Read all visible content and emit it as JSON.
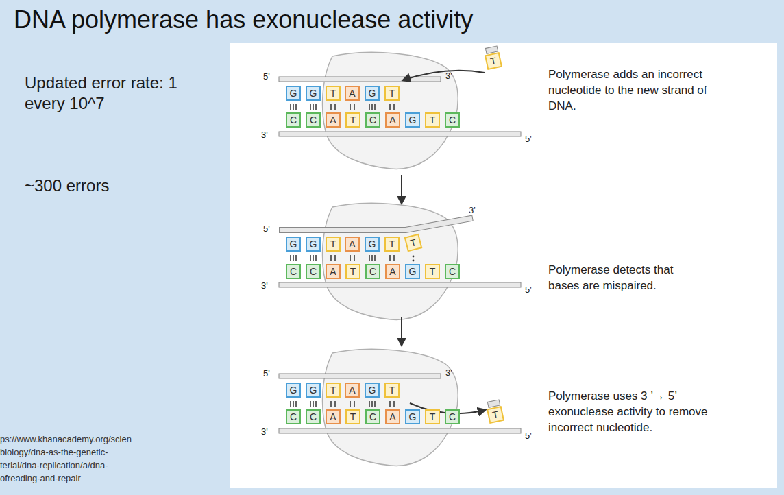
{
  "diagram": {
    "title": "DNA polymerase has exonuclease activity",
    "nodes": [
      {
        "text": [
          "G"
        ]
      },
      {
        "text": [
          "G"
        ]
      },
      {
        "text": [
          "T"
        ]
      },
      {
        "text": [
          "A"
        ]
      },
      {
        "text": [
          "G"
        ]
      },
      {
        "text": [
          "T"
        ]
      },
      {
        "text": [
          "T"
        ]
      },
      {
        "text": [
          "C"
        ]
      },
      {
        "text": [
          "C"
        ]
      },
      {
        "text": [
          "A"
        ]
      },
      {
        "text": [
          "T"
        ]
      },
      {
        "text": [
          "C"
        ]
      },
      {
        "text": [
          "A"
        ]
      },
      {
        "text": [
          "G"
        ]
      },
      {
        "text": [
          "T"
        ]
      },
      {
        "text": [
          "C"
        ]
      },
      {
        "text": [
          "G"
        ]
      },
      {
        "text": [
          "G"
        ]
      },
      {
        "text": [
          "T"
        ]
      },
      {
        "text": [
          "A"
        ]
      },
      {
        "text": [
          "G"
        ]
      },
      {
        "text": [
          "T"
        ]
      },
      {
        "text": [
          "T"
        ]
      },
      {
        "text": [
          "C"
        ]
      },
      {
        "text": [
          "C"
        ]
      },
      {
        "text": [
          "A"
        ]
      },
      {
        "text": [
          "T"
        ]
      },
      {
        "text": [
          "C"
        ]
      },
      {
        "text": [
          "A"
        ]
      },
      {
        "text": [
          "G"
        ]
      },
      {
        "text": [
          "T"
        ]
      },
      {
        "text": [
          "C"
        ]
      },
      {
        "text": [
          "G"
        ]
      },
      {
        "text": [
          "G"
        ]
      },
      {
        "text": [
          "T"
        ]
      },
      {
        "text": [
          "A"
        ]
      },
      {
        "text": [
          "G"
        ]
      },
      {
        "text": [
          "T"
        ]
      },
      {
        "text": [
          "C"
        ]
      },
      {
        "text": [
          "C"
        ]
      },
      {
        "text": [
          "A"
        ]
      },
      {
        "text": [
          "T"
        ]
      },
      {
        "text": [
          "C"
        ]
      },
      {
        "text": [
          "A"
        ]
      },
      {
        "text": [
          "G"
        ]
      },
      {
        "text": [
          "T"
        ]
      },
      {
        "text": [
          "C"
        ]
      },
      {
        "text": [
          "T"
        ]
      }
    ],
    "labels": [
      "Updated error rate: 1 every 10^7",
      "~300 errors",
      "ps://www.khanacademy.org/scien",
      "biology/dna-as-the-genetic-",
      "terial/dna-replication/a/dna-",
      "ofreading-and-repair",
      "5'",
      "3'",
      "3'",
      "5'",
      "Polymerase adds an incorrect nucleotide to the new strand of DNA.",
      "3'",
      "5'",
      "3'",
      "5'",
      "Polymerase detects that bases are mispaired.",
      "5'",
      "3'",
      "3'",
      "5'",
      "Polymerase uses 3 ’→ 5’ exonuclease activity to remove incorrect nucleotide."
    ]
  }
}
